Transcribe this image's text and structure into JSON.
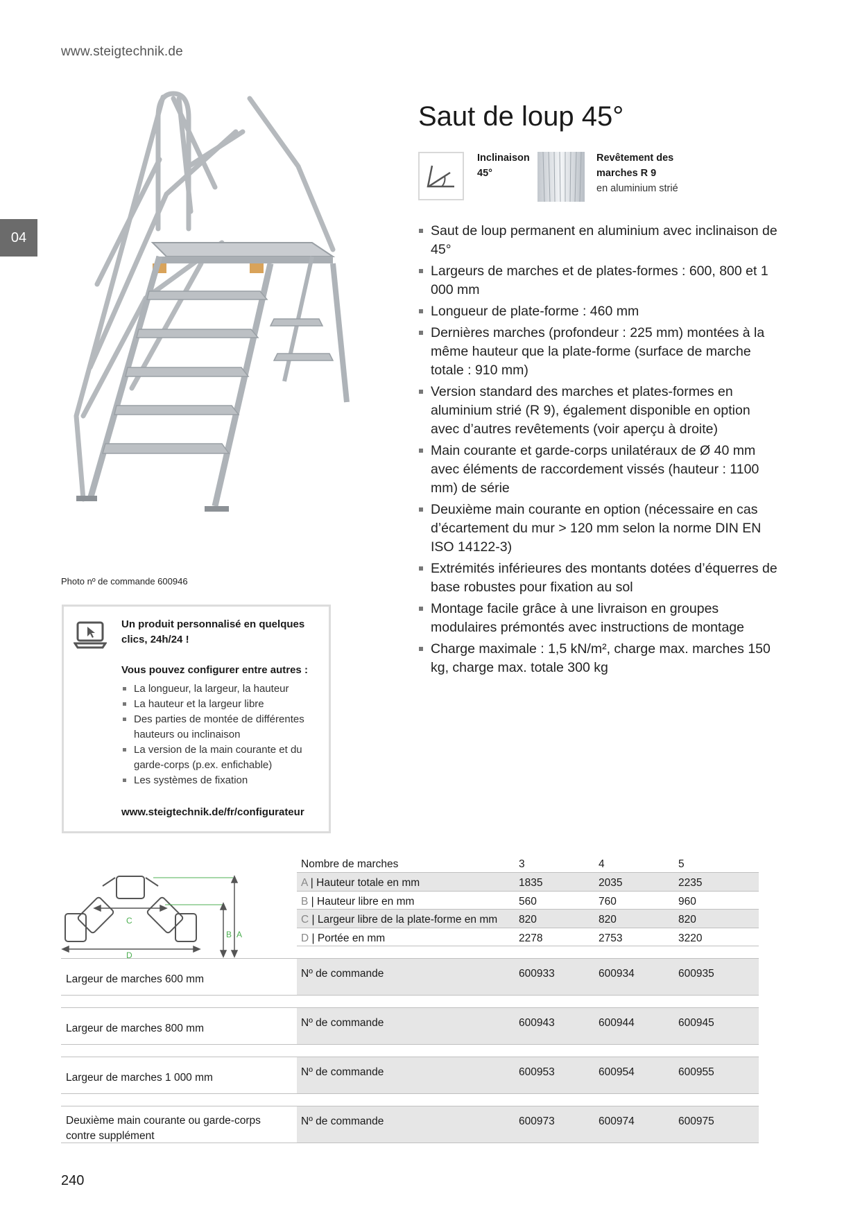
{
  "header": {
    "site_url": "www.steigtechnik.de",
    "chapter_tab": "04"
  },
  "photo": {
    "caption": "Photo nº de commande 600946"
  },
  "product": {
    "title": "Saut de loup 45°",
    "features": [
      {
        "icon": "incline-angle-icon",
        "line1": "Inclinaison",
        "line2": "45°"
      },
      {
        "icon": "striated-aluminium-swatch",
        "line1": "Revêtement des",
        "line2": "marches R 9",
        "line3": "en aluminium strié"
      }
    ],
    "bullets": [
      "Saut de loup permanent en aluminium avec inclinaison de 45°",
      "Largeurs de marches et de plates-formes : 600, 800 et 1 000 mm",
      "Longueur de plate-forme : 460 mm",
      "Dernières marches (profondeur : 225 mm) montées à la même hauteur que la plate-forme (surface de marche totale : 910 mm)",
      "Version standard des marches et plates-formes en aluminium strié (R 9), également disponible en option avec d’autres revêtements (voir aperçu à droite)",
      "Main courante et garde-corps unilatéraux de Ø 40 mm avec éléments de raccordement vissés (hauteur : 1100 mm) de série",
      "Deuxième main courante en option (nécessaire en cas d’écartement du mur > 120 mm selon la norme DIN EN ISO 14122-3)",
      "Extrémités inférieures des montants dotées d’équerres de base robustes pour fixation au sol",
      "Montage facile grâce à une livraison en groupes modulaires prémontés avec instructions de montage",
      "Charge maximale : 1,5 kN/m², charge max. marches 150 kg, charge max. totale 300 kg"
    ]
  },
  "configurator": {
    "heading": "Un produit personnalisé en quelques clics, 24h/24 !",
    "subheading": "Vous pouvez configurer entre autres :",
    "items": [
      "La longueur, la largeur, la hauteur",
      "La hauteur et la largeur libre",
      "Des parties de montée de différentes hauteurs ou inclinaison",
      "La version de la main courante et du garde-corps (p.ex. enfichable)",
      "Les systèmes de fixation"
    ],
    "link": "www.steigtechnik.de/fr/configurateur"
  },
  "diagram": {
    "labels": {
      "a": "A",
      "b": "B",
      "c": "C",
      "d": "D"
    }
  },
  "spec_table": {
    "header": {
      "label": "Nombre de marches",
      "values": [
        "3",
        "4",
        "5"
      ]
    },
    "rows": [
      {
        "key": "A",
        "label": "Hauteur totale en mm",
        "values": [
          "1835",
          "2035",
          "2235"
        ]
      },
      {
        "key": "B",
        "label": "Hauteur libre en mm",
        "values": [
          "560",
          "760",
          "960"
        ]
      },
      {
        "key": "C",
        "label": "Largeur libre de la plate-forme en mm",
        "values": [
          "820",
          "820",
          "820"
        ]
      },
      {
        "key": "D",
        "label": "Portée en mm",
        "values": [
          "2278",
          "2753",
          "3220"
        ]
      }
    ],
    "separator": "|"
  },
  "order_table": [
    {
      "width": "Largeur de marches 600 mm",
      "label": "Nº de commande",
      "values": [
        "600933",
        "600934",
        "600935"
      ]
    },
    {
      "width": "Largeur de marches 800 mm",
      "label": "Nº de commande",
      "values": [
        "600943",
        "600944",
        "600945"
      ]
    },
    {
      "width": "Largeur de marches 1 000 mm",
      "label": "Nº de commande",
      "values": [
        "600953",
        "600954",
        "600955"
      ]
    },
    {
      "width": "Deuxième main courante ou garde-corps",
      "width_line2": "contre supplément",
      "label": "Nº de commande",
      "values": [
        "600973",
        "600974",
        "600975"
      ]
    }
  ],
  "footer": {
    "page_number": "240"
  }
}
